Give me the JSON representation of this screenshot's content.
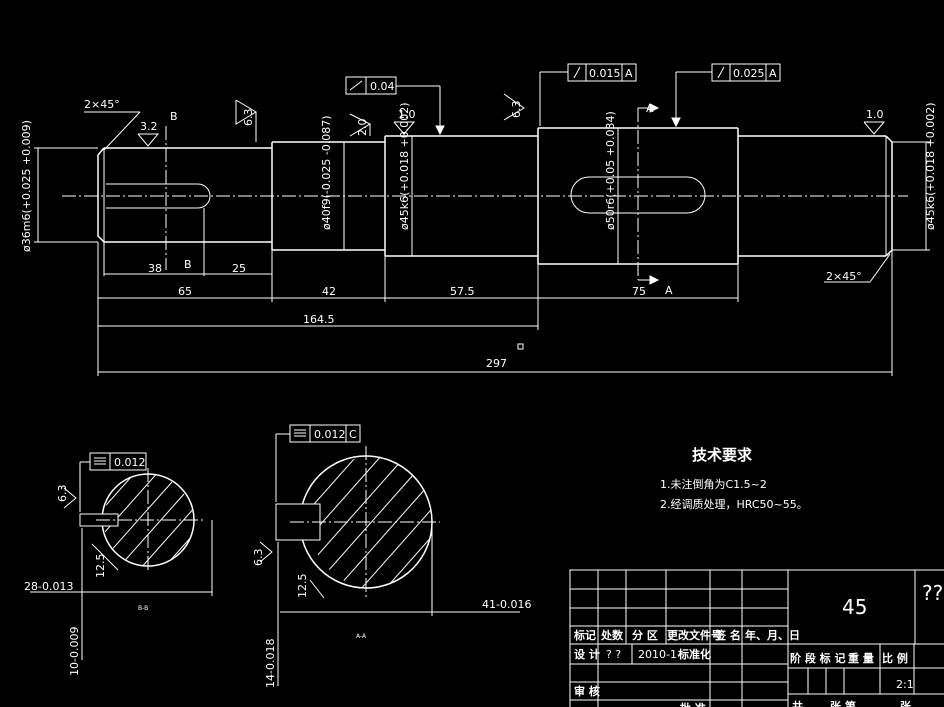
{
  "dims": {
    "chamfer_left": "2×45°",
    "chamfer_right": "2×45°",
    "d1": "ø36m6(+0.025 +0.009)",
    "d2": "ø40f9(-0.025 -0.087)",
    "d3": "ø45k6(+0.018 +0.002)",
    "d4": "ø50r6(+0.05 +0.034)",
    "d5": "ø45k6(+0.018 +0.002)",
    "len_38": "38",
    "len_25": "25",
    "len_65": "65",
    "len_42": "42",
    "len_57": "57.5",
    "len_75": "75",
    "len_164": "164.5",
    "len_297": "297",
    "label_b1": "B",
    "label_b2": "B",
    "label_a1": "A",
    "label_a2": "A"
  },
  "roughness": {
    "r1": "3.2",
    "r2": "6.3",
    "r3": "2.0",
    "r4": "1.0",
    "r5": "6.3",
    "r6": "1.0",
    "r7": "6.3",
    "r8": "6.3",
    "r9": "12.5",
    "r10": "12.5"
  },
  "tolerances": {
    "f1_value": "0.04",
    "f2_value": "0.015",
    "f2_ref": "A",
    "f3_value": "0.025",
    "f3_ref": "A",
    "f4_value": "0.012",
    "f5_value": "0.012",
    "f5_ref": "C"
  },
  "sections": {
    "s1_w": "28-0.013",
    "s1_h": "10-0.009",
    "s1_name": "B-B",
    "s2_w": "41-0.016",
    "s2_h": "14-0.018",
    "s2_name": "A-A"
  },
  "notes": {
    "title": "技术要求",
    "line1": "1.未注倒角为C1.5~2",
    "line2": "2.经调质处理，HRC50~55。"
  },
  "title_block": {
    "material": "45",
    "name": "??",
    "h_mark": "标记",
    "h_count": "处数",
    "h_zone": "分 区",
    "h_doc": "更改文件号",
    "h_sign": "签 名",
    "h_date": "年、月、日",
    "design_label": "设 计",
    "designer": "? ?",
    "date": "2010-1-",
    "std_label": "标准化",
    "stage_label": "阶 段 标 记",
    "weight_label": "重 量",
    "scale_label": "比 例",
    "scale": "2:1",
    "review_label": "审 核",
    "approve_label": "批 准",
    "total_label": "共",
    "sheet_label": "张 第",
    "sheet_suffix": "张"
  }
}
